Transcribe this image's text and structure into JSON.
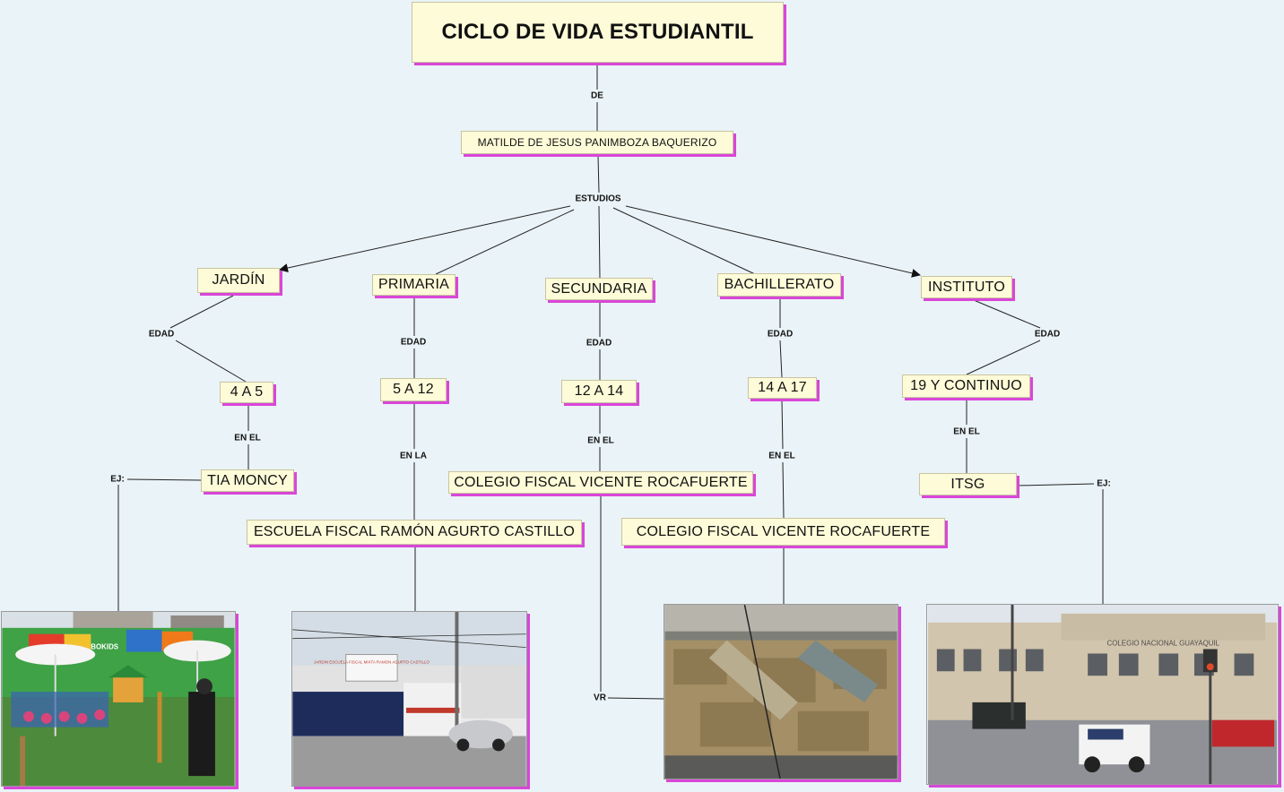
{
  "title": "CICLO DE VIDA ESTUDIANTIL",
  "author": "MATILDE DE JESUS PANIMBOZA BAQUERIZO",
  "link_labels": {
    "de": "DE",
    "estudios": "ESTUDIOS",
    "edad": "EDAD",
    "en_el": "EN EL",
    "en_la": "EN LA",
    "ej": "EJ:",
    "vr": "VR"
  },
  "levels": {
    "jardin": "JARDÍN",
    "primaria": "PRIMARIA",
    "secundaria": "SECUNDARIA",
    "bachillerato": "BACHILLERATO",
    "instituto": "INSTITUTO"
  },
  "ages": {
    "jardin": "4 A 5",
    "primaria": "5 A 12",
    "secundaria": "12 A 14",
    "bachillerato": "14 A 17",
    "instituto": "19 Y CONTINUO"
  },
  "schools": {
    "jardin": "TIA MONCY",
    "primaria": "ESCUELA FISCAL RAMÓN AGURTO CASTILLO",
    "secundaria": "COLEGIO FISCAL VICENTE ROCAFUERTE",
    "bachillerato": "COLEGIO FISCAL VICENTE ROCAFUERTE",
    "instituto": "ITSG"
  },
  "photo_text": {
    "kinder_sign": "BOKIDS",
    "school_sign": "JARDIN ESCUELA FISCAL MIXTA RAMON AGURTO CASTILLO",
    "itsg_sign": "COLEGIO NACIONAL GUAYAQUIL"
  },
  "colors": {
    "background": "#eaf3f7",
    "node_fill": "#fdfbd8",
    "node_shadow": "#d946d8",
    "connector": "#222222"
  }
}
